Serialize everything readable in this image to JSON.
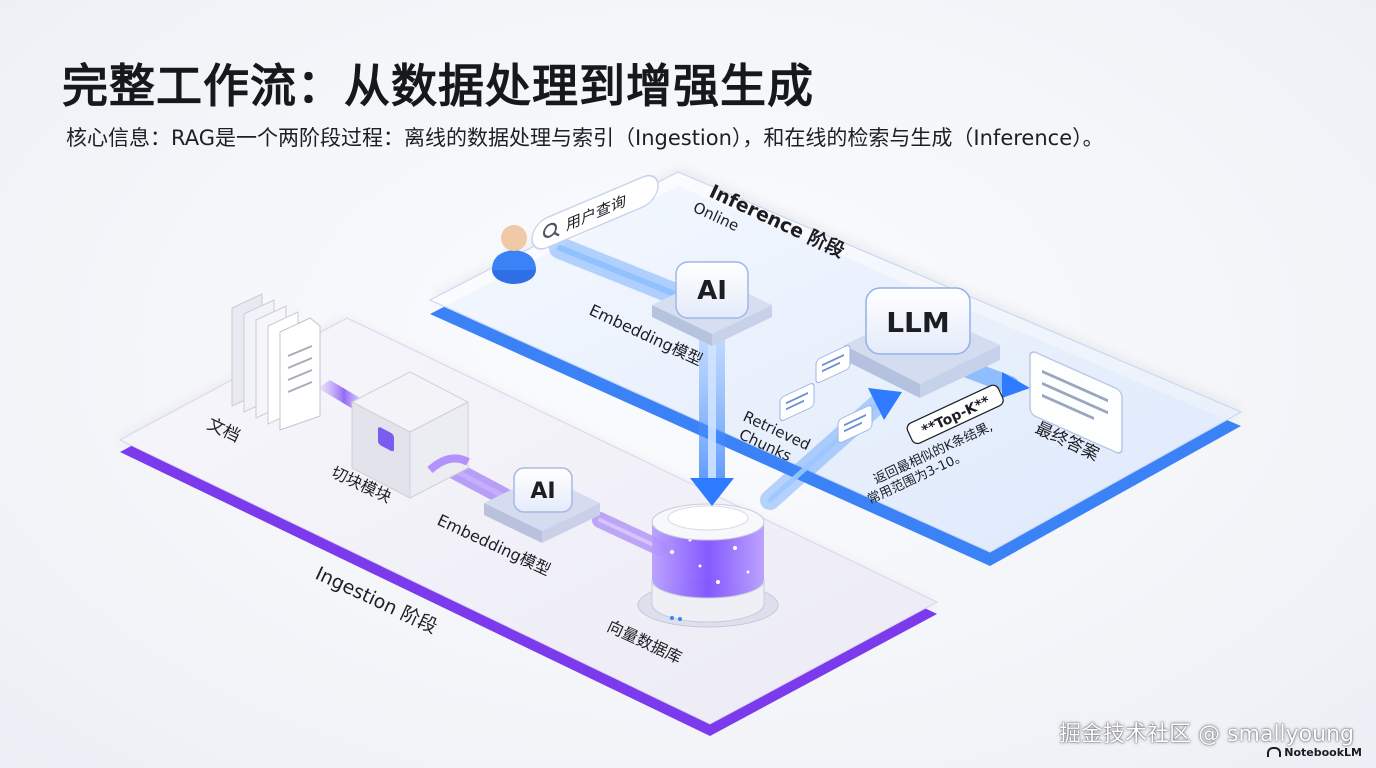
{
  "title": "完整工作流：从数据处理到增强生成",
  "subtitle": "核心信息：RAG是一个两阶段过程：离线的数据处理与索引（Ingestion），和在线的检索与生成（Inference）。",
  "inference": {
    "stage_label": "Inference 阶段",
    "stage_sublabel": "Online",
    "query_label": "用户查询",
    "embedding_label": "Embedding模型",
    "embedding_icon_text": "AI",
    "llm_icon_text": "LLM",
    "retrieved_label_1": "Retrieved",
    "retrieved_label_2": "Chunks",
    "answer_label": "最终答案",
    "topk_title": "**Top-K**",
    "topk_line1": "返回最相似的K条结果,",
    "topk_line2": "常用范围为3-10。"
  },
  "ingestion": {
    "stage_label": "Ingestion 阶段",
    "doc_label": "文档",
    "chunk_label": "切块模块",
    "embedding_label": "Embedding模型",
    "embedding_icon_text": "AI",
    "vectordb_label": "向量数据库"
  },
  "watermark": "掘金技术社区 @ smallyoung",
  "brand": "NotebookLM",
  "colors": {
    "ingestion_accent": "#8b5cf6",
    "inference_accent": "#3b82f6"
  }
}
